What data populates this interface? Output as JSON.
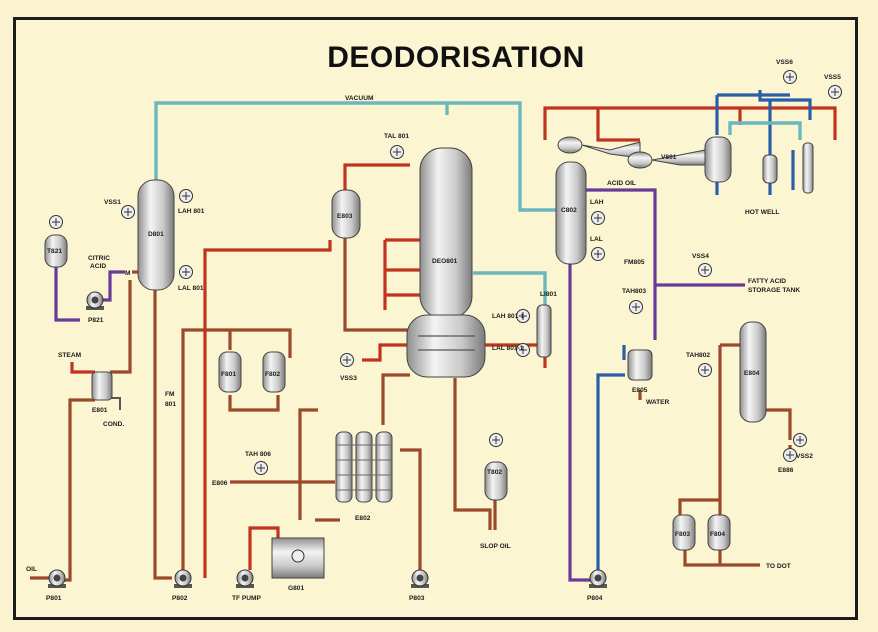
{
  "title": "DEODORISATION",
  "colors": {
    "background": "#fcf5d2",
    "hot_oil": "#c0341f",
    "oil": "#9a4a2a",
    "water": "#2a5fa8",
    "vacuum": "#6ab7be",
    "acid_oil": "#6a3a9a"
  },
  "labels": {
    "vacuum": "VACUUM",
    "tal801": "TAL 801",
    "vss1": "VSS1",
    "lah801": "LAH 801",
    "lal801": "LAL 801",
    "d801": "D801",
    "t821": "T821",
    "citric": "CITRIC",
    "acid": "ACID",
    "m": "M",
    "p821": "P821",
    "steam": "STEAM",
    "e801": "E801",
    "cond": "COND.",
    "fm801a": "FM",
    "fm801b": "801",
    "e803": "E803",
    "deo801": "DEO801",
    "lah8011": "LAH 801-1",
    "lal8011": "LAL 801-1",
    "li801": "LI801",
    "vss3": "VSS3",
    "f801": "F801",
    "f802": "F802",
    "tah806": "TAH 806",
    "e806": "E806",
    "e802": "E802",
    "t802": "T802",
    "slop": "SLOP OIL",
    "c802": "C802",
    "lah": "LAH",
    "lal": "LAL",
    "acidoil": "ACID OIL",
    "v801": "V801",
    "vss6": "VSS6",
    "vss5": "VSS5",
    "hotwell": "HOT WELL",
    "fm805": "FM805",
    "vss4": "VSS4",
    "fatty1": "FATTY ACID",
    "fatty2": "STORAGE TANK",
    "tah803": "TAH803",
    "e805": "E805",
    "water": "WATER",
    "tah802": "TAH802",
    "e804": "E804",
    "vss2": "VSS2",
    "e886": "E886",
    "f803": "F803",
    "f804": "F804",
    "todot": "TO DOT",
    "oil": "OIL",
    "p801": "P801",
    "p802": "P802",
    "tfpump": "TF PUMP",
    "g801": "G801",
    "p803": "P803",
    "p804": "P804"
  }
}
